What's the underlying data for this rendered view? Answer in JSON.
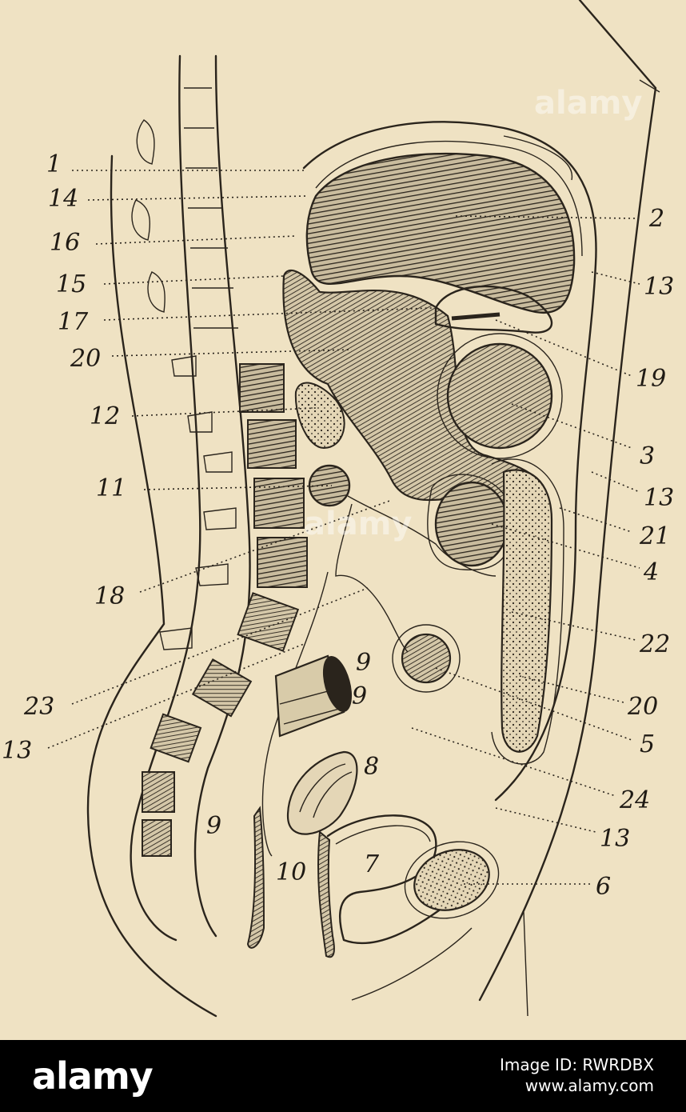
{
  "figure": {
    "labels_left": [
      "1",
      "14",
      "16",
      "15",
      "17",
      "20",
      "12",
      "11",
      "18",
      "23",
      "13"
    ],
    "labels_right": [
      "2",
      "13",
      "19",
      "3",
      "13",
      "21",
      "4",
      "22",
      "20",
      "5",
      "24",
      "13",
      "6"
    ],
    "labels_inside": [
      "9",
      "9",
      "8",
      "9",
      "10",
      "7"
    ]
  },
  "watermark": {
    "text": "alamy"
  },
  "footer": {
    "logo": "alamy",
    "image_id": "Image ID: RWRDBX",
    "url": "www.alamy.com"
  }
}
